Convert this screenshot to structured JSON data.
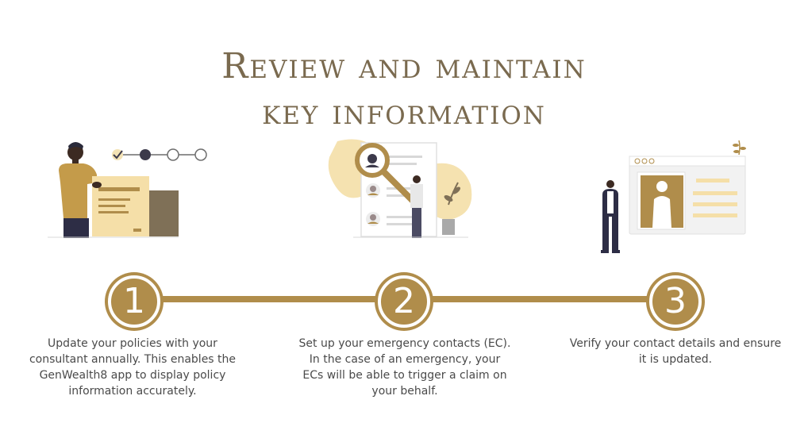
{
  "title": {
    "line1": "Review and maintain",
    "line2": "key information"
  },
  "colors": {
    "gold": "#b08d4b",
    "title": "#7a6a4f",
    "text": "#4a4a4a",
    "dark": "#3c3a4b"
  },
  "steps": [
    {
      "number": "1",
      "text": "Update your policies with your consultant annually. This enables the GenWealth8 app to display policy information accurately."
    },
    {
      "number": "2",
      "text": "Set up your emergency contacts (EC). In the case of an emergency, your ECs will be able to trigger a claim on your behalf."
    },
    {
      "number": "3",
      "text": "Verify your contact details and ensure it is updated."
    }
  ]
}
